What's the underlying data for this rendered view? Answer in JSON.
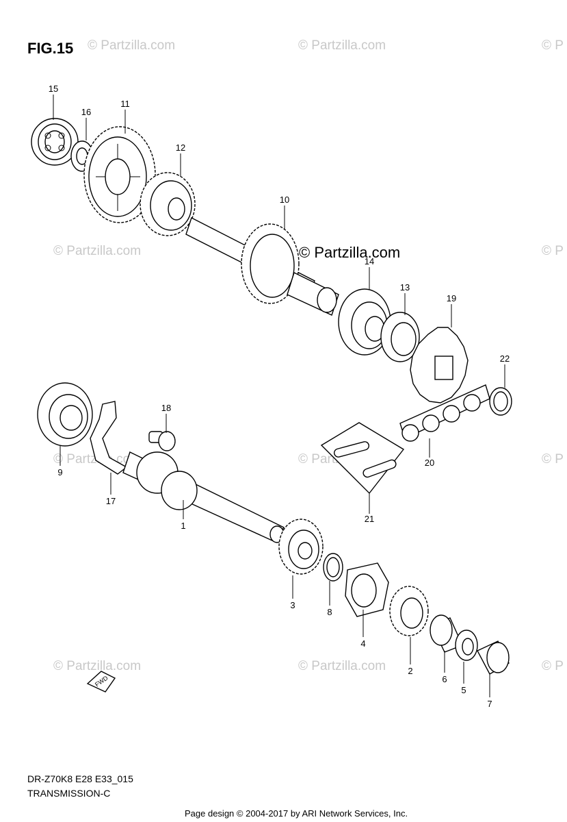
{
  "figure": {
    "title": "FIG.15",
    "code": "DR-Z70K8 E28 E33_015",
    "name": "TRANSMISSION-C"
  },
  "watermarks": {
    "primary": "© Partzilla.com",
    "repeat": "© Partzilla.com",
    "partial_left": "© Partzilla.com",
    "partial_right": "© P"
  },
  "footer": {
    "copyright": "Page design © 2004-2017 by ARI Network Services, Inc."
  },
  "fwd_label": "FWD",
  "callouts": [
    "1",
    "2",
    "3",
    "4",
    "5",
    "6",
    "7",
    "8",
    "9",
    "10",
    "11",
    "12",
    "13",
    "14",
    "15",
    "16",
    "17",
    "18",
    "19",
    "20",
    "21",
    "22"
  ]
}
